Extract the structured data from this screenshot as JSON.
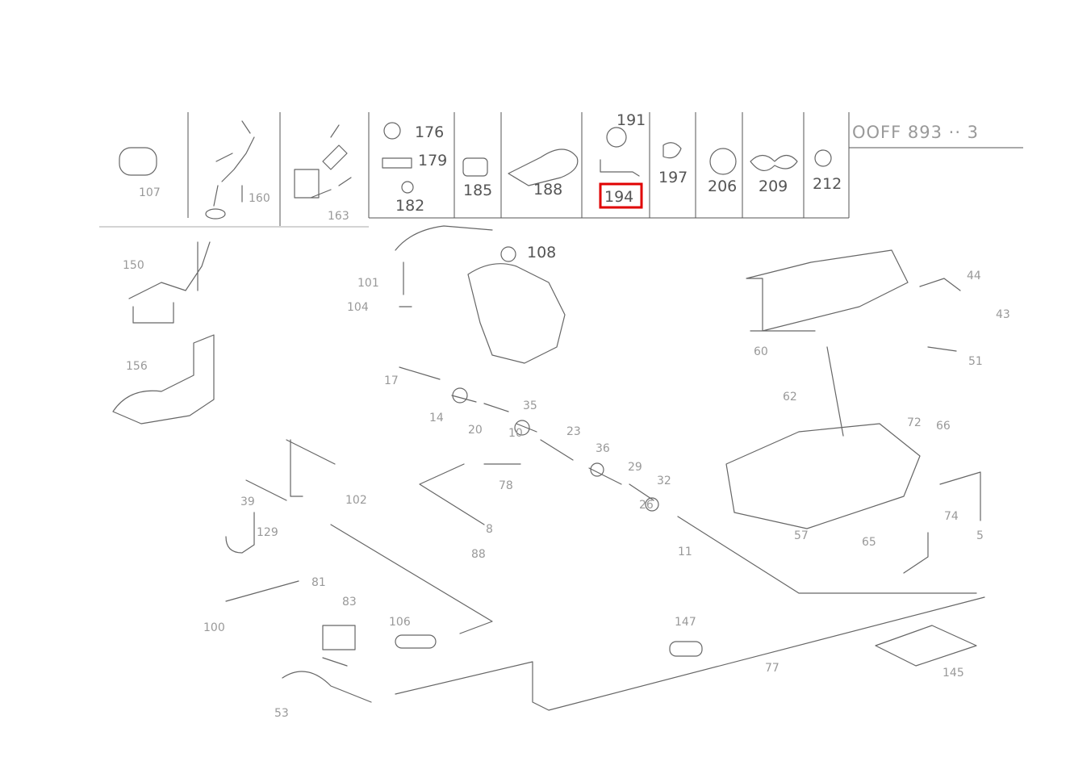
{
  "document_code": "OOFF 893 ·· 3",
  "selected_callout": "194",
  "highlight_color": "#e00000",
  "header_callouts": {
    "c176": "176",
    "c179": "179",
    "c182": "182",
    "c185": "185",
    "c188": "188",
    "c191": "191",
    "c194": "194",
    "c197": "197",
    "c206": "206",
    "c209": "209",
    "c212": "212"
  },
  "faint_callouts": {
    "h1": "107",
    "h2": "160",
    "h3": "163",
    "l150": "150",
    "l156": "156",
    "l101": "101",
    "l104": "104",
    "l17": "17",
    "l14": "14",
    "l20": "20",
    "l10": "10",
    "l35": "35",
    "l23": "23",
    "l36": "36",
    "l29": "29",
    "l32": "32",
    "l26": "26",
    "l78": "78",
    "l8": "8",
    "l88": "88",
    "l11": "11",
    "l102": "102",
    "l39": "39",
    "l129": "129",
    "l81": "81",
    "l83": "83",
    "l100": "100",
    "l106": "106",
    "l53": "53",
    "l147": "147",
    "l77": "77",
    "l145": "145",
    "r1": "60",
    "r2": "44",
    "r3": "43",
    "r4": "51",
    "r5": "62",
    "r6": "72",
    "r7": "66",
    "r8": "57",
    "r9": "65",
    "r10": "74",
    "r11": "5"
  },
  "body_callouts": {
    "c108": "108"
  }
}
